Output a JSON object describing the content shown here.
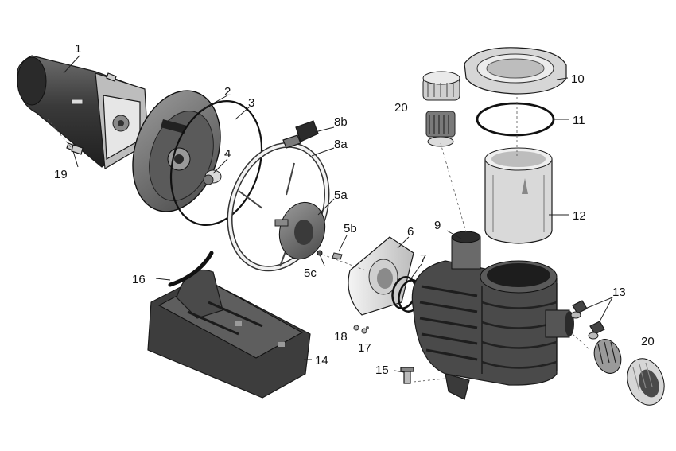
{
  "diagram": {
    "labels": {
      "p1": "1",
      "p2": "2",
      "p3": "3",
      "p4": "4",
      "p5a": "5a",
      "p5b": "5b",
      "p5c": "5c",
      "p6": "6",
      "p7": "7",
      "p8a": "8a",
      "p8b": "8b",
      "p9": "9",
      "p10": "10",
      "p11": "11",
      "p12": "12",
      "p13": "13",
      "p14": "14",
      "p15": "15",
      "p16": "16",
      "p17": "17",
      "p18": "18",
      "p19": "19",
      "p20a": "20",
      "p20b": "20"
    }
  }
}
